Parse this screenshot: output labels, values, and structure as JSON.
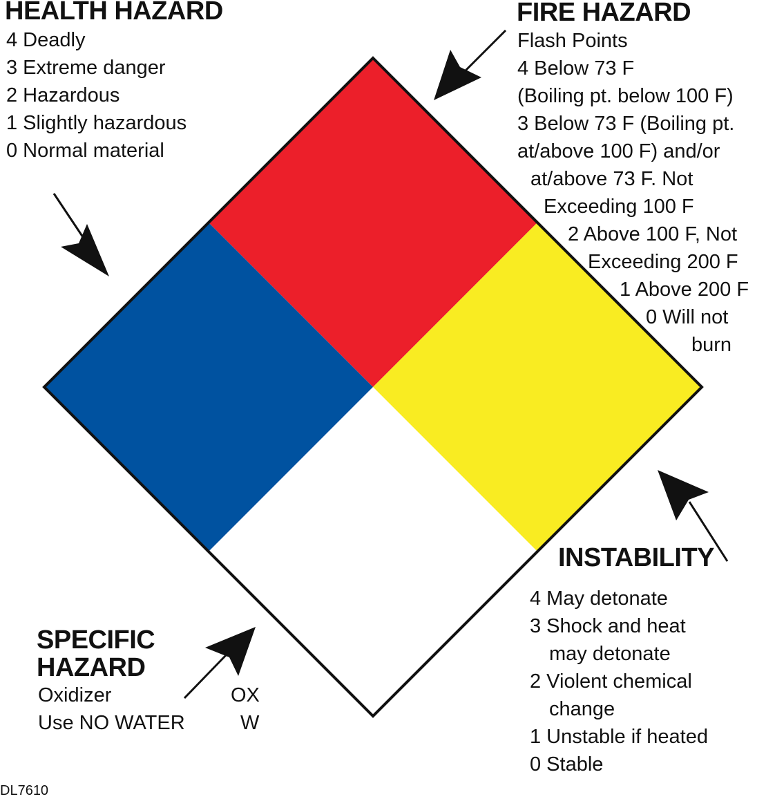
{
  "health": {
    "heading": "HEALTH HAZARD",
    "lines": [
      "4 Deadly",
      "3 Extreme danger",
      "2 Hazardous",
      "1 Slightly hazardous",
      "0 Normal material"
    ]
  },
  "fire": {
    "heading": "FIRE HAZARD",
    "lines": [
      "Flash Points",
      "4  Below 73 F",
      "(Boiling pt. below 100 F)",
      "3  Below 73 F (Boiling pt.",
      "at/above 100 F) and/or",
      "at/above 73 F. Not",
      "Exceeding 100 F",
      "2  Above 100 F, Not",
      "Exceeding 200 F",
      "1  Above 200 F",
      "0  Will not",
      "burn"
    ]
  },
  "instability": {
    "heading": "INSTABILITY",
    "lines": [
      "4 May detonate",
      "3 Shock and heat",
      "may detonate",
      "2 Violent chemical",
      "change",
      "1 Unstable if heated",
      "0 Stable"
    ]
  },
  "specific": {
    "heading_line1": "SPECIFIC",
    "heading_line2": "HAZARD",
    "items": [
      {
        "label": "Oxidizer",
        "code": "OX"
      },
      {
        "label": "Use NO WATER",
        "code": "W"
      }
    ]
  },
  "doc_code": "DL7610",
  "colors": {
    "health": "#0052A0",
    "fire": "#EC1F2A",
    "instability": "#F9EC22",
    "specific": "#FFFFFF",
    "outline": "#111111"
  }
}
